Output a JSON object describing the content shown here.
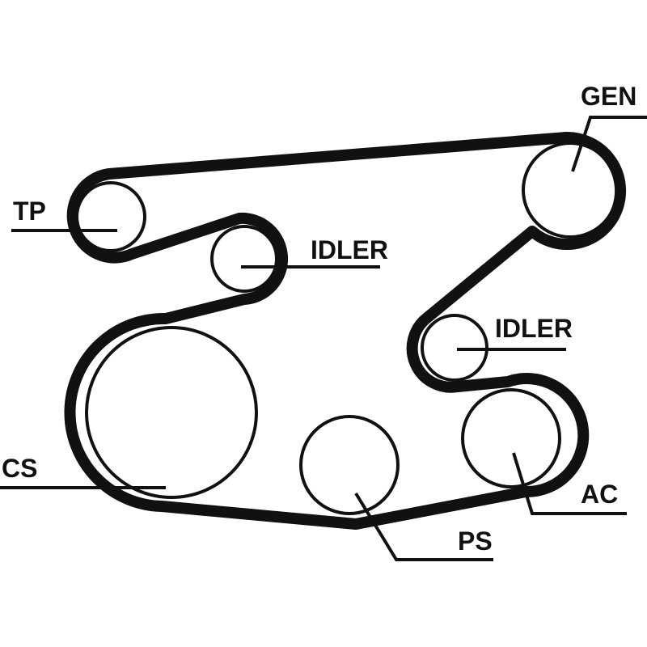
{
  "diagram": {
    "type": "serpentine belt routing",
    "colors": {
      "ink": "#111111",
      "background": "#ffffff"
    },
    "pulleys": [
      {
        "id": "gen",
        "label": "GEN"
      },
      {
        "id": "tp",
        "label": "TP"
      },
      {
        "id": "idler_upper",
        "label": "IDLER"
      },
      {
        "id": "idler_lower",
        "label": "IDLER"
      },
      {
        "id": "cs",
        "label": "CS"
      },
      {
        "id": "ps",
        "label": "PS"
      },
      {
        "id": "ac",
        "label": "AC"
      }
    ]
  }
}
